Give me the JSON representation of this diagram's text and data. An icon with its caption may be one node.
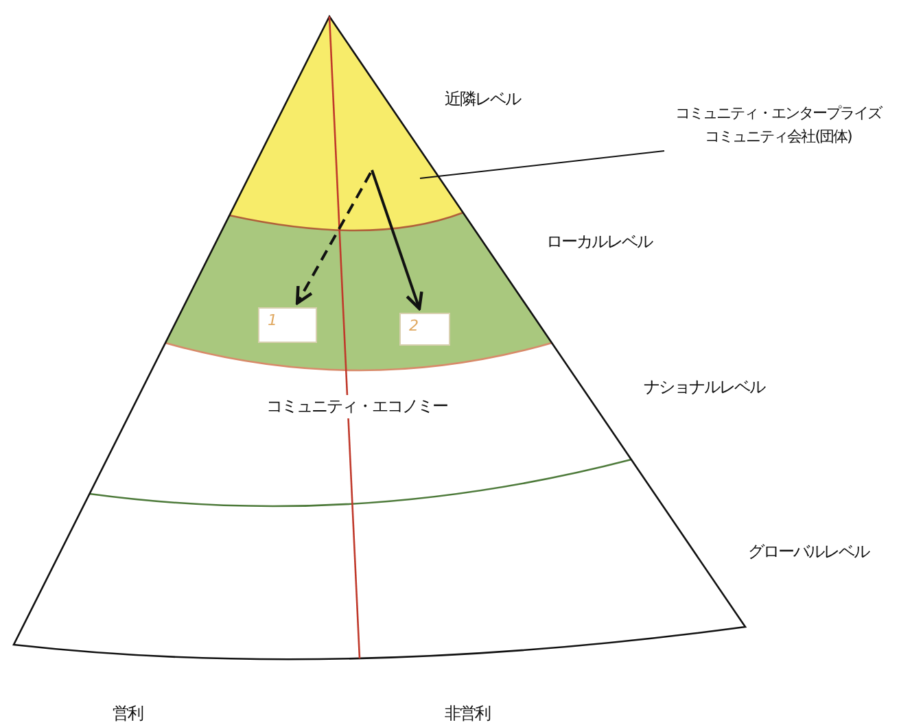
{
  "diagram": {
    "nodes": [
      {
        "text": [
          "1"
        ]
      },
      {
        "text": [
          "2"
        ]
      },
      {
        "text": [
          "コミュニティ・エンタープライズ",
          "コミュニティ会社(団体)"
        ]
      }
    ],
    "edges": [
      {
        "from": null,
        "to": 0,
        "arrow": "to",
        "style": "dashed"
      },
      {
        "from": null,
        "to": 1,
        "arrow": "to"
      },
      {
        "from": 2,
        "to": null,
        "arrow": "none"
      }
    ],
    "labels": [
      "近隣レベル",
      "ローカルレベル",
      "ナショナルレベル",
      "コミュニティ・エコノミー",
      "グローバルレベル",
      "営利",
      "非営利"
    ]
  }
}
